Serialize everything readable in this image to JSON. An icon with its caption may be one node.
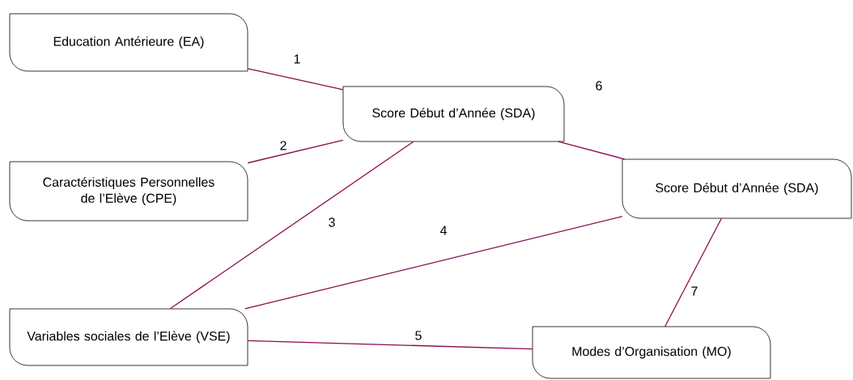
{
  "diagram": {
    "nodes": [
      {
        "text": [
          "Education Antérieure (EA)"
        ]
      },
      {
        "text": [
          "Caractéristiques Personnelles de l’Elève (CPE)"
        ]
      },
      {
        "text": [
          "Score Début d’Année (SDA)"
        ]
      },
      {
        "text": [
          "Score Début d’Année (SDA)"
        ]
      },
      {
        "text": [
          "Variables sociales de l’Elève (VSE)"
        ]
      },
      {
        "text": [
          "Modes d’Organisation (MO)"
        ]
      }
    ],
    "edges": [
      {
        "from": 0,
        "to": 2,
        "arrow": "none",
        "label": "1"
      },
      {
        "from": 1,
        "to": 2,
        "arrow": "none",
        "label": "2"
      },
      {
        "from": 4,
        "to": 2,
        "arrow": "none",
        "label": "3"
      },
      {
        "from": 4,
        "to": 3,
        "arrow": "none",
        "label": "4"
      },
      {
        "from": 4,
        "to": 5,
        "arrow": "none",
        "label": "5"
      },
      {
        "from": 2,
        "to": 3,
        "arrow": "none",
        "label": "6"
      },
      {
        "from": 3,
        "to": 5,
        "arrow": "none",
        "label": "7"
      }
    ]
  }
}
